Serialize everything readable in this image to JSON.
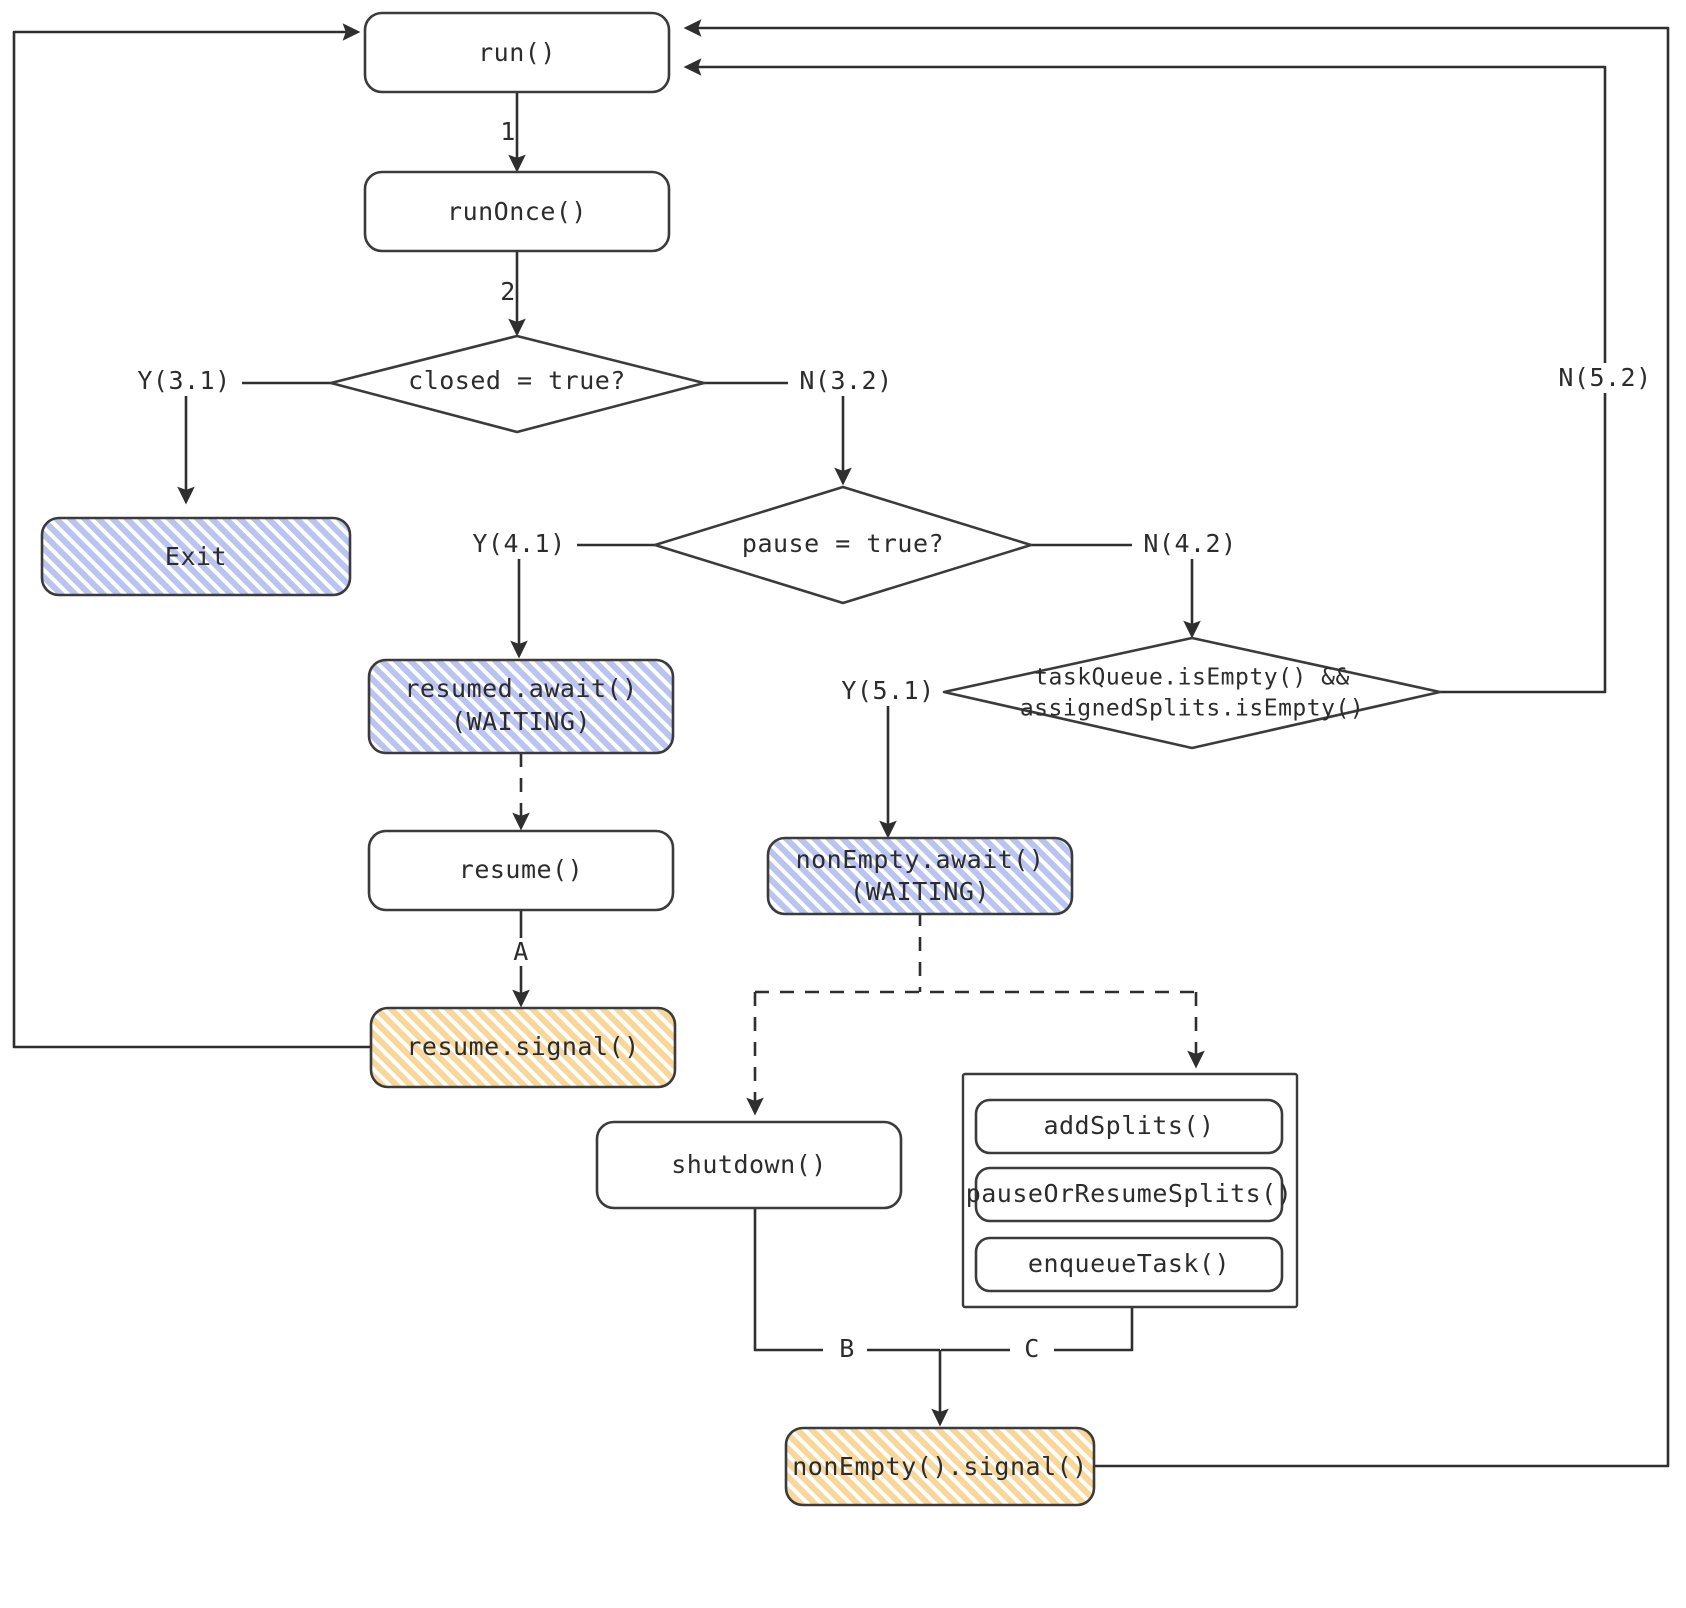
{
  "diagram": {
    "title": "SourceReader run loop flowchart",
    "colors": {
      "stroke": "#3b3b3b",
      "text": "#2c2c2c",
      "blue_fill": "#c3cdf0",
      "blue_hatch": "#8ea0e0",
      "orange_fill": "#fbe2ae",
      "orange_hatch": "#f0c268",
      "background": "#ffffff"
    },
    "nodes": [
      {
        "id": "run",
        "label": "run()",
        "shape": "rounded-rect",
        "style": "plain"
      },
      {
        "id": "runOnce",
        "label": "runOnce()",
        "shape": "rounded-rect",
        "style": "plain"
      },
      {
        "id": "closed",
        "label": "closed = true?",
        "shape": "diamond",
        "style": "plain"
      },
      {
        "id": "exit",
        "label": "Exit",
        "shape": "rounded-rect",
        "style": "blue"
      },
      {
        "id": "pause",
        "label": "pause = true?",
        "shape": "diamond",
        "style": "plain"
      },
      {
        "id": "resumedAwait",
        "label": "resumed.await()",
        "label2": "(WAITING)",
        "shape": "rounded-rect",
        "style": "blue"
      },
      {
        "id": "resume",
        "label": "resume()",
        "shape": "rounded-rect",
        "style": "plain"
      },
      {
        "id": "resumeSignal",
        "label": "resume.signal()",
        "shape": "rounded-rect",
        "style": "orange"
      },
      {
        "id": "taskQueueEmpty",
        "label": "taskQueue.isEmpty() &&",
        "label2": "assignedSplits.isEmpty()",
        "shape": "diamond",
        "style": "plain"
      },
      {
        "id": "nonEmptyAwait",
        "label": "nonEmpty.await()",
        "label2": "(WAITING)",
        "shape": "rounded-rect",
        "style": "blue"
      },
      {
        "id": "shutdown",
        "label": "shutdown()",
        "shape": "rounded-rect",
        "style": "plain"
      },
      {
        "id": "apiGroup",
        "label": "",
        "shape": "rect",
        "style": "group"
      },
      {
        "id": "addSplits",
        "label": "addSplits()",
        "shape": "rounded-rect",
        "style": "plain"
      },
      {
        "id": "pauseOrResume",
        "label": "pauseOrResumeSplits()",
        "shape": "rounded-rect",
        "style": "plain"
      },
      {
        "id": "enqueueTask",
        "label": "enqueueTask()",
        "shape": "rounded-rect",
        "style": "plain"
      },
      {
        "id": "nonEmptySignal",
        "label": "nonEmpty().signal()",
        "shape": "rounded-rect",
        "style": "orange"
      }
    ],
    "edge_labels": {
      "run_to_runOnce": "1",
      "runOnce_to_closed": "2",
      "closed_yes": "Y(3.1)",
      "closed_no": "N(3.2)",
      "pause_yes": "Y(4.1)",
      "pause_no": "N(4.2)",
      "taskQueue_yes": "Y(5.1)",
      "taskQueue_no": "N(5.2)",
      "resume_to_signal": "A",
      "shutdown_to_signal": "B",
      "apiGroup_to_signal": "C"
    },
    "edges": [
      {
        "from": "run",
        "to": "runOnce",
        "label": "1",
        "style": "solid"
      },
      {
        "from": "runOnce",
        "to": "closed",
        "label": "2",
        "style": "solid"
      },
      {
        "from": "closed",
        "to": "exit",
        "label": "Y(3.1)",
        "style": "solid"
      },
      {
        "from": "closed",
        "to": "pause",
        "label": "N(3.2)",
        "style": "solid"
      },
      {
        "from": "pause",
        "to": "resumedAwait",
        "label": "Y(4.1)",
        "style": "solid"
      },
      {
        "from": "pause",
        "to": "taskQueueEmpty",
        "label": "N(4.2)",
        "style": "solid"
      },
      {
        "from": "resumedAwait",
        "to": "resume",
        "label": "",
        "style": "dashed"
      },
      {
        "from": "resume",
        "to": "resumeSignal",
        "label": "A",
        "style": "solid"
      },
      {
        "from": "resumeSignal",
        "to": "run",
        "label": "",
        "style": "solid"
      },
      {
        "from": "taskQueueEmpty",
        "to": "nonEmptyAwait",
        "label": "Y(5.1)",
        "style": "solid"
      },
      {
        "from": "taskQueueEmpty",
        "to": "run",
        "label": "N(5.2)",
        "style": "solid"
      },
      {
        "from": "nonEmptyAwait",
        "to": "shutdown",
        "label": "",
        "style": "dashed"
      },
      {
        "from": "nonEmptyAwait",
        "to": "apiGroup",
        "label": "",
        "style": "dashed"
      },
      {
        "from": "shutdown",
        "to": "nonEmptySignal",
        "label": "B",
        "style": "solid"
      },
      {
        "from": "apiGroup",
        "to": "nonEmptySignal",
        "label": "C",
        "style": "solid"
      },
      {
        "from": "nonEmptySignal",
        "to": "run",
        "label": "",
        "style": "solid"
      }
    ]
  }
}
